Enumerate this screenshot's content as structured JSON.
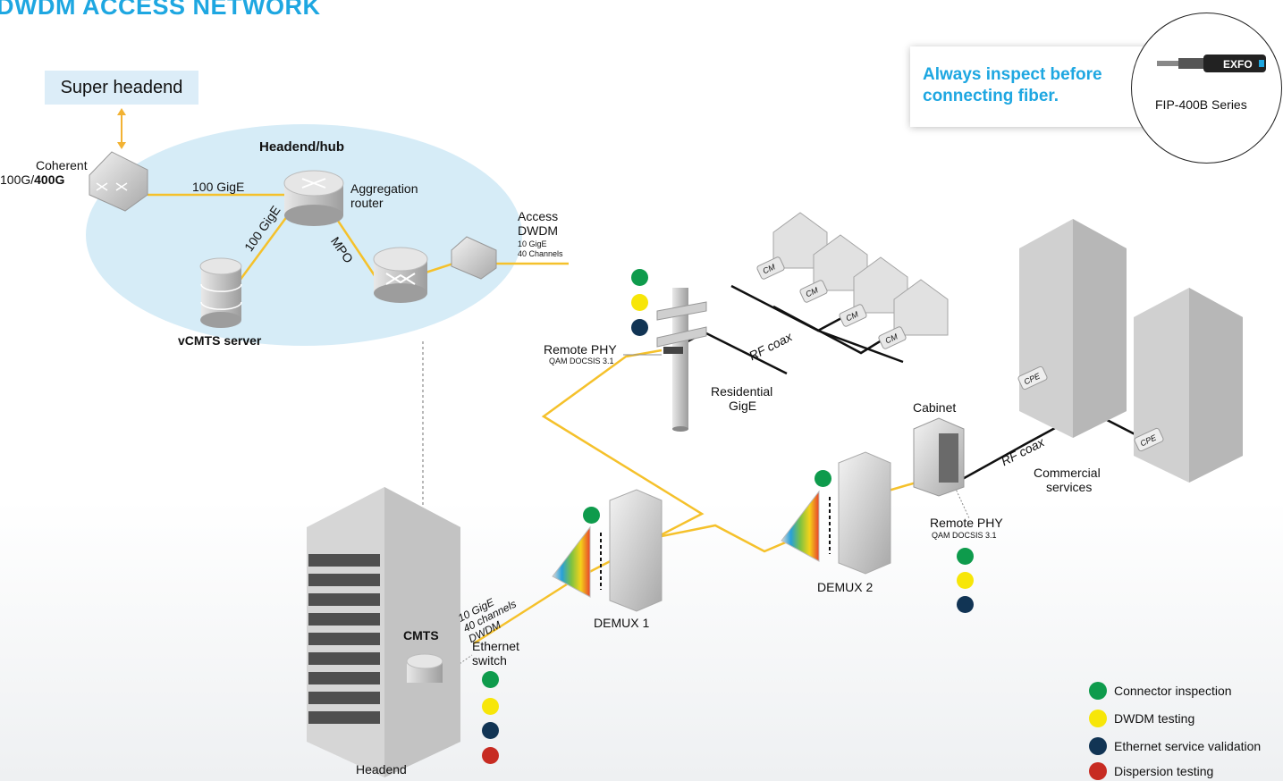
{
  "title": "DWDM ACCESS NETWORK",
  "super_headend": "Super headend",
  "coherent": {
    "line1": "Coherent",
    "line2a": "100G/",
    "line2b": "400G"
  },
  "hub": {
    "title": "Headend/hub",
    "link_100gige_h": "100 GigE",
    "link_100gige_d": "100 GigE",
    "mpo": "MPO",
    "aggregation_router": [
      "Aggregation",
      "router"
    ],
    "vcmts_server": "vCMTS server"
  },
  "access_dwdm": {
    "line1": "Access",
    "line2": "DWDM",
    "sub1": "10 GigE",
    "sub2": "40 Channels"
  },
  "callout": {
    "text": "Always inspect before connecting fiber.",
    "product": "FIP-400B Series",
    "brand": "EXFO"
  },
  "remote_phy_pole": {
    "label": "Remote PHY",
    "sub": "QAM DOCSIS 3.1"
  },
  "remote_phy_cabinet": {
    "label": "Remote PHY",
    "sub": "QAM DOCSIS 3.1"
  },
  "residential": [
    "Residential",
    "GigE"
  ],
  "rf_coax": "RF coax",
  "cm": "CM",
  "cpe": "CPE",
  "cabinet": "Cabinet",
  "commercial": [
    "Commercial",
    "services"
  ],
  "demux1": "DEMUX 1",
  "demux2": "DEMUX 2",
  "dwdm_link": [
    "10 GigE",
    "40 channels",
    "DWDM"
  ],
  "cmts": "CMTS",
  "ethernet_switch": [
    "Ethernet",
    "switch"
  ],
  "headend": "Headend",
  "legend": [
    {
      "label": "Connector inspection",
      "color": "#0e9b4c"
    },
    {
      "label": "DWDM testing",
      "color": "#f7e608"
    },
    {
      "label": "Ethernet service validation",
      "color": "#113454"
    },
    {
      "label": "Dispersion testing",
      "color": "#c72b22"
    }
  ]
}
